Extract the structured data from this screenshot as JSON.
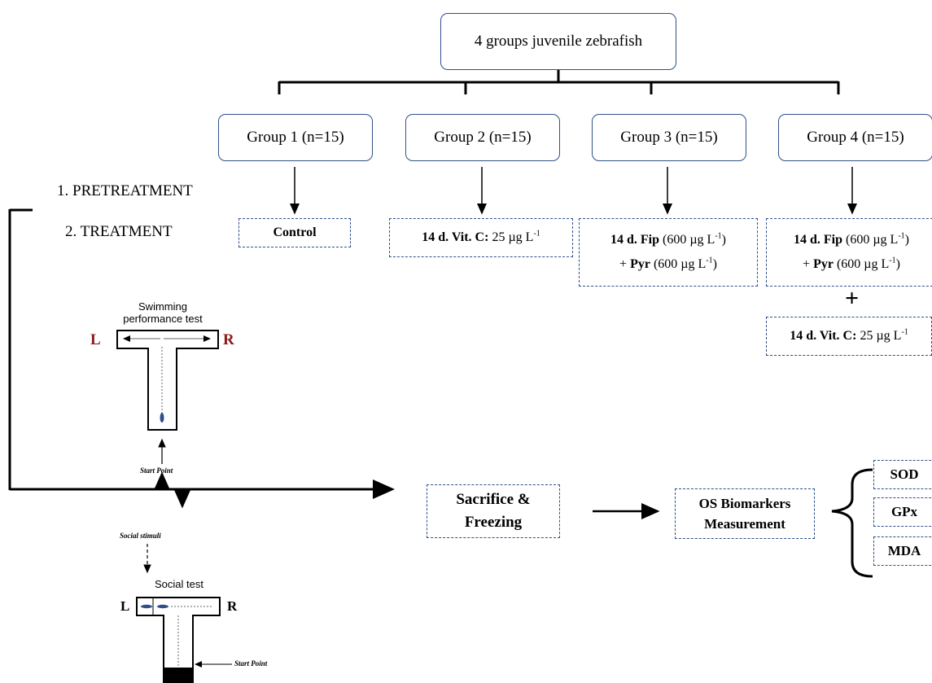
{
  "top_box": "4 groups juvenile zebrafish",
  "groups": [
    {
      "label": "Group 1 (n=15)"
    },
    {
      "label": "Group 2 (n=15)"
    },
    {
      "label": "Group 3 (n=15)"
    },
    {
      "label": "Group 4 (n=15)"
    }
  ],
  "stages": {
    "pretreatment": "1. PRETREATMENT",
    "treatment": "2. TREATMENT"
  },
  "treatments": {
    "control": "Control",
    "vitc_prefix": "14 d. Vit. C:",
    "vitc_value": "25 µg L",
    "fip_prefix": "14 d. Fip",
    "fip_value": "(600 µg L",
    "pyr_plus": "+",
    "pyr_label": "Pyr",
    "pyr_value": "(600 µg L",
    "exp": "-1",
    "close_paren": ")",
    "plus_sign": "+"
  },
  "tests": {
    "swim_title_1": "Swimming",
    "swim_title_2": "performance test",
    "left": "L",
    "right": "R",
    "start_point": "Start Point",
    "social_stimuli": "Social stimuli",
    "social_title": "Social test"
  },
  "flow": {
    "sacrifice_1": "Sacrifice &",
    "sacrifice_2": "Freezing",
    "os_1": "OS Biomarkers",
    "os_2": "Measurement"
  },
  "biomarkers": [
    "SOD",
    "GPx",
    "MDA"
  ],
  "colors": {
    "box_border": "#2f4f8a",
    "side_label": "#8b1a1a"
  }
}
